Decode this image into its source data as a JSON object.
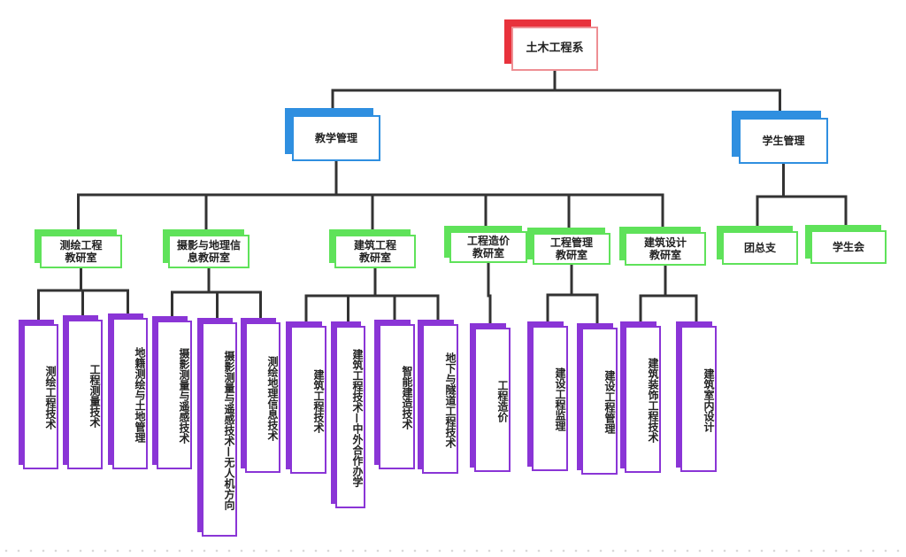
{
  "colors": {
    "root": "#e8323c",
    "level1": "#2f8fe0",
    "level2": "#5fe25a",
    "leaf": "#8a35d6",
    "line": "#333333"
  },
  "root": {
    "id": "root",
    "label": "土木工程系"
  },
  "level1": [
    {
      "id": "teaching",
      "label": "教学管理"
    },
    {
      "id": "student",
      "label": "学生管理"
    }
  ],
  "level2": [
    {
      "id": "surveying",
      "parent": "teaching",
      "label": "测绘工程\n教研室"
    },
    {
      "id": "photogrammetry",
      "parent": "teaching",
      "label": "摄影与地理信\n息教研室"
    },
    {
      "id": "building",
      "parent": "teaching",
      "label": "建筑工程\n教研室"
    },
    {
      "id": "costing",
      "parent": "teaching",
      "label": "工程造价\n教研室"
    },
    {
      "id": "management",
      "parent": "teaching",
      "label": "工程管理\n教研室"
    },
    {
      "id": "design",
      "parent": "teaching",
      "label": "建筑设计\n教研室"
    },
    {
      "id": "league",
      "parent": "student",
      "label": "团总支"
    },
    {
      "id": "union",
      "parent": "student",
      "label": "学生会"
    }
  ],
  "leaves": [
    {
      "id": "l1",
      "parent": "surveying",
      "label": "测绘工程技术"
    },
    {
      "id": "l2",
      "parent": "surveying",
      "label": "工程测量技术"
    },
    {
      "id": "l3",
      "parent": "surveying",
      "label": "地籍测绘与土地管理"
    },
    {
      "id": "l4",
      "parent": "photogrammetry",
      "label": "摄影测量与遥感技术"
    },
    {
      "id": "l5",
      "parent": "photogrammetry",
      "label": "摄影测量与遥感技术—无人机方向"
    },
    {
      "id": "l6",
      "parent": "photogrammetry",
      "label": "测绘地理信息技术"
    },
    {
      "id": "l7",
      "parent": "building",
      "label": "建筑工程技术"
    },
    {
      "id": "l8",
      "parent": "building",
      "label": "建筑工程技术—中外合作办学"
    },
    {
      "id": "l9",
      "parent": "building",
      "label": "智能建造技术"
    },
    {
      "id": "l10",
      "parent": "building",
      "label": "地下与隧道工程技术"
    },
    {
      "id": "l11",
      "parent": "costing",
      "label": "工程造价"
    },
    {
      "id": "l12",
      "parent": "management",
      "label": "建设工程监理"
    },
    {
      "id": "l13",
      "parent": "management",
      "label": "建设工程管理"
    },
    {
      "id": "l14",
      "parent": "design",
      "label": "建筑装饰工程技术"
    },
    {
      "id": "l15",
      "parent": "design",
      "label": "建筑室内设计"
    }
  ]
}
